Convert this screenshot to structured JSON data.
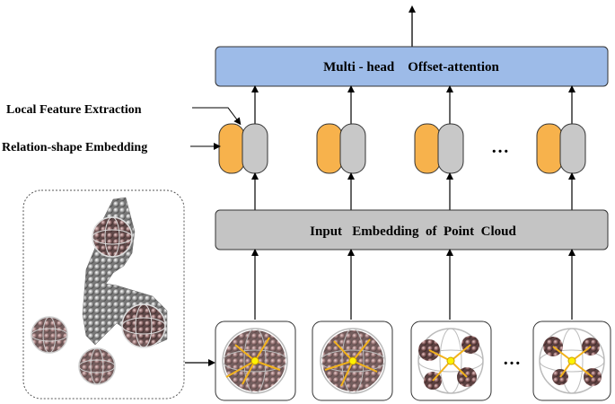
{
  "title_bar": {
    "label": "Multi - head    Offset-attention"
  },
  "embed_bar": {
    "label": "Input   Embedding  of  Point  Cloud"
  },
  "labels": {
    "local_feature": "Local Feature Extraction",
    "relation_shape": "Relation-shape Embedding"
  },
  "ellipsis_top": "…",
  "ellipsis_bottom": "…",
  "colors": {
    "title_fill": "#9dbbe8",
    "embed_fill": "#c4c4c4",
    "orange": "#f7b24c",
    "gray": "#c8c8c8",
    "point": "#6b5050",
    "point_light": "#b8b8b8",
    "arrow": "#000000",
    "star": "#f2b21b",
    "star_center": "#fff200"
  }
}
